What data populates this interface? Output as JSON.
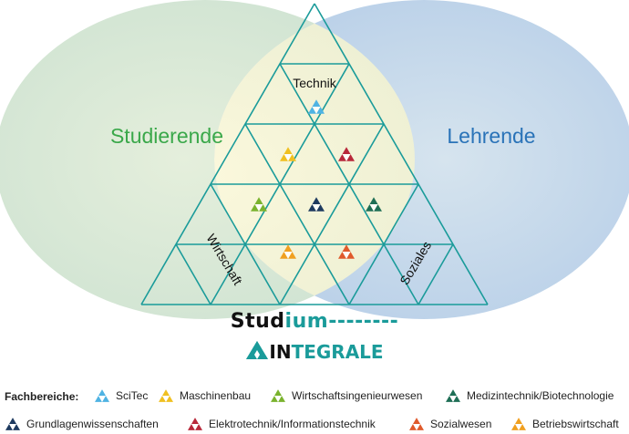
{
  "labels": {
    "left": "Studierende",
    "right": "Lehrende",
    "top": "Technik",
    "bottom_left": "Wirtschaft",
    "bottom_right": "Soziales"
  },
  "title": {
    "part1": "Stud",
    "part2": "ium",
    "dashes": "--------",
    "part3": "IN",
    "part4": "TEGRALE"
  },
  "legend": {
    "heading": "Fachbereiche:",
    "items": [
      {
        "label": "SciTec",
        "color": "#4fb3e3"
      },
      {
        "label": "Maschinenbau",
        "color": "#f0c020"
      },
      {
        "label": "Wirtschaftsingenieurwesen",
        "color": "#7ab32e"
      },
      {
        "label": "Medizintechnik/Biotechnologie",
        "color": "#1e6e55"
      },
      {
        "label": "Grundlagenwissenschaften",
        "color": "#1e3a5f"
      },
      {
        "label": "Elektrotechnik/Informationstechnik",
        "color": "#b8283a"
      },
      {
        "label": "Sozialwesen",
        "color": "#e05a2c"
      },
      {
        "label": "Betriebswirtschaft",
        "color": "#f0a020"
      }
    ]
  },
  "colors": {
    "left_ellipse": "#cde4cd",
    "right_ellipse": "#b7cde9",
    "left_text": "#3aa84a",
    "right_text": "#2a73b8",
    "triangle_stroke": "#1a9b9a"
  }
}
